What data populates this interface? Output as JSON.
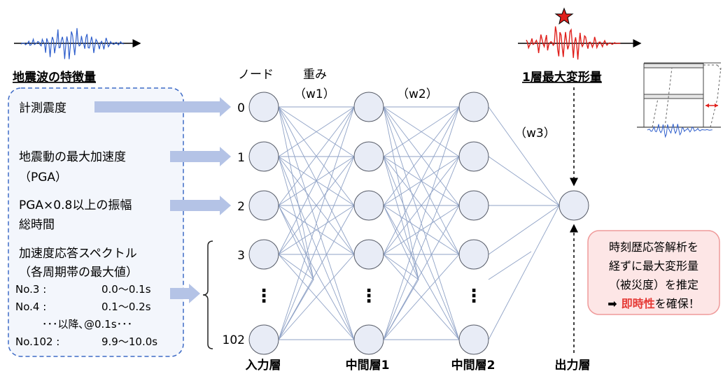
{
  "features": {
    "title": "地震波の特徴量",
    "items": [
      "計測震度",
      "地震動の最大加速度",
      "（PGA）",
      "PGA×0.8以上の振幅",
      "総時間",
      "加速度応答スペクトル",
      "（各周期帯の最大値）"
    ],
    "spectrum_rows": [
      {
        "no": "No.3 :",
        "range": "0.0～0.1s"
      },
      {
        "no": "No.4 :",
        "range": "0.1～0.2s"
      },
      {
        "no": "No.102 :",
        "range": "9.9～10.0s"
      }
    ],
    "ellipsis_row": "･･･以降､@0.1s･･･"
  },
  "network": {
    "node_header": "ノード",
    "weight_header": "重み",
    "w1": "（w1）",
    "w2": "（w2）",
    "w3": "（w3）",
    "input_indices": [
      "0",
      "1",
      "2",
      "3",
      "102"
    ],
    "vdots": "⋮"
  },
  "layers": {
    "input": "入力層",
    "hidden1": "中間層1",
    "hidden2": "中間層2",
    "output": "出力層"
  },
  "output_panel": {
    "title": "1層最大変形量",
    "callout_lines": [
      "時刻歴応答解析を",
      "経ずに最大変形量",
      "（被災度）を推定"
    ],
    "arrow": "➡",
    "highlight": "即時性",
    "suffix": "を確保！"
  },
  "colors": {
    "node_fill": "#e8ecf6",
    "node_stroke": "#555a66",
    "edge": "#8fa2c6",
    "panel_border": "#3e6bc6",
    "panel_fill": "#f3f6fc",
    "feature_arrow": "#b4c3e6",
    "wave_blue": "#2f5fcc",
    "wave_red": "#e0201c",
    "callout_fill": "#fde6e6",
    "callout_border": "#ef9a9a",
    "highlight": "#e53935"
  }
}
